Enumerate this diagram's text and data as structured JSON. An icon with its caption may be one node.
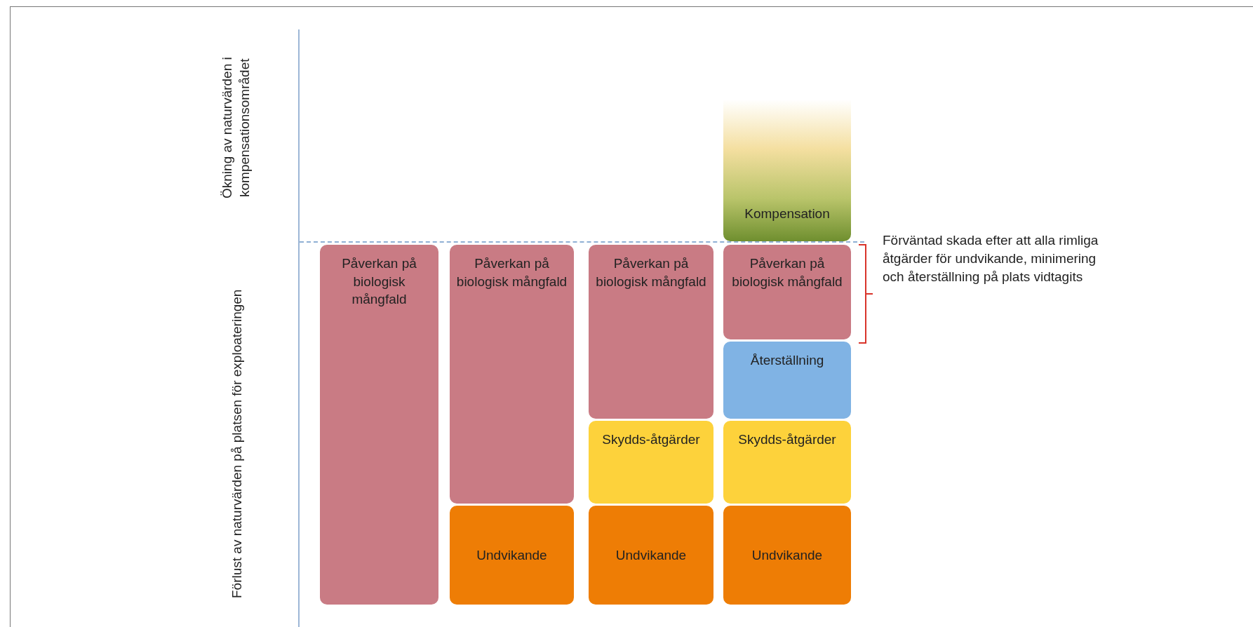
{
  "diagram": {
    "nodes": [
      {
        "text": [
          "Påverkan på biologisk mångfald"
        ]
      },
      {
        "text": [
          "Påverkan på biologisk mångfald"
        ]
      },
      {
        "text": [
          "Undvikande"
        ]
      },
      {
        "text": [
          "Påverkan på biologisk mångfald"
        ]
      },
      {
        "text": [
          "Skydds-åtgärder"
        ]
      },
      {
        "text": [
          "Undvikande"
        ]
      },
      {
        "text": [
          "Kompensation"
        ]
      },
      {
        "text": [
          "Påverkan på biologisk mångfald"
        ]
      },
      {
        "text": [
          "Återställning"
        ]
      },
      {
        "text": [
          "Skydds-åtgärder"
        ]
      },
      {
        "text": [
          "Undvikande"
        ]
      }
    ],
    "labels": [
      "Ökning av naturvärden i kompensationsområdet",
      "Förlust av naturvärden på platsen för exploateringen",
      "Förväntad skada efter att alla rimliga åtgärder för undvikande, minimering och återställning på plats vidtagits"
    ]
  }
}
